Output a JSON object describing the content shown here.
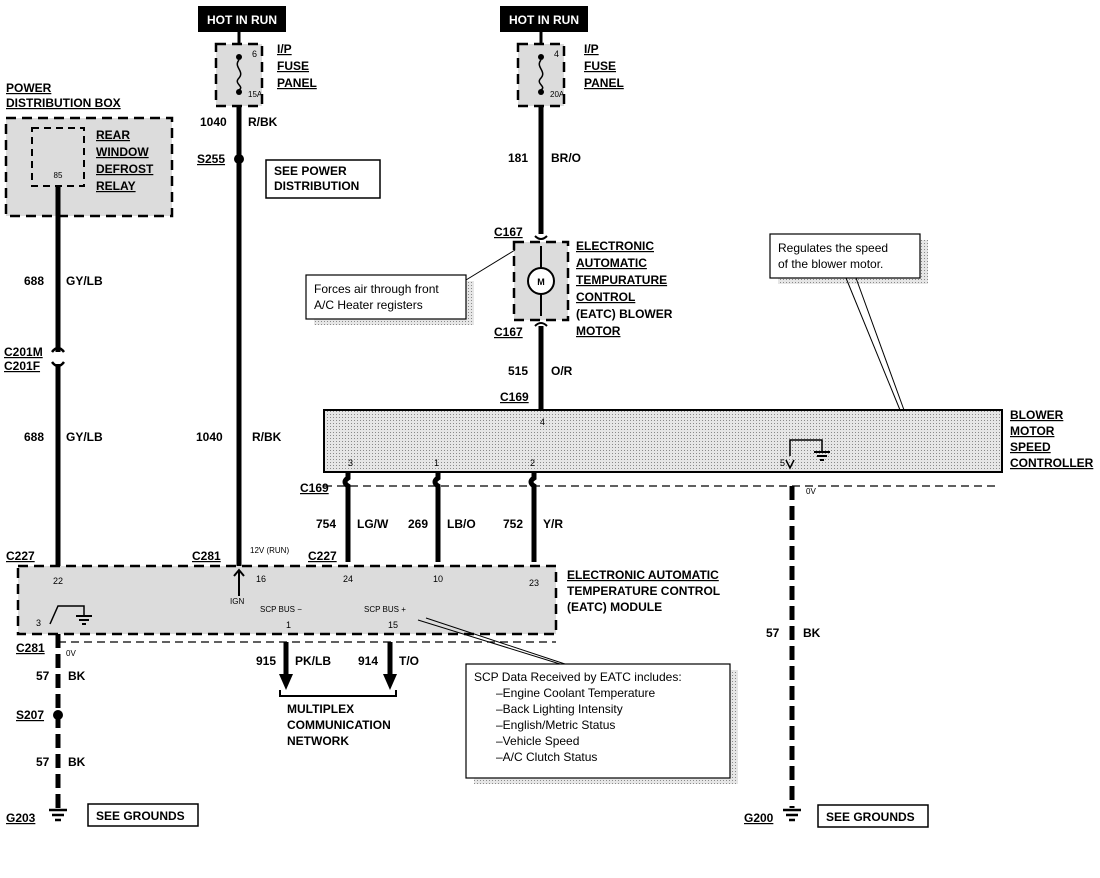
{
  "hot_in_run": [
    "HOT IN RUN",
    "HOT IN RUN"
  ],
  "fuse_panels": [
    {
      "title": [
        "I/P",
        "FUSE",
        "PANEL"
      ],
      "fuse_num": "6",
      "amps": "15A"
    },
    {
      "title": [
        "I/P",
        "FUSE",
        "PANEL"
      ],
      "fuse_num": "4",
      "amps": "20A"
    }
  ],
  "power_distribution_box": {
    "title": [
      "POWER",
      "DISTRIBUTION BOX"
    ],
    "relay": [
      "REAR",
      "WINDOW",
      "DEFROST",
      "RELAY"
    ],
    "pin": "85"
  },
  "see_power_distribution": [
    "SEE POWER",
    "DISTRIBUTION"
  ],
  "splices": {
    "s255": "S255",
    "s207": "S207"
  },
  "connectors": {
    "c167_top": "C167",
    "c167_bot": "C167",
    "c169_top": "C169",
    "c169_bot": "C169",
    "c201m": "C201M",
    "c201f": "C201F",
    "c227_left": "C227",
    "c227_mid": "C227",
    "c281_top": "C281",
    "c281_bot": "C281"
  },
  "wires": {
    "w688a": {
      "num": "688",
      "color": "GY/LB"
    },
    "w688b": {
      "num": "688",
      "color": "GY/LB"
    },
    "w1040a": {
      "num": "1040",
      "color": "R/BK"
    },
    "w1040b": {
      "num": "1040",
      "color": "R/BK"
    },
    "w181": {
      "num": "181",
      "color": "BR/O"
    },
    "w515": {
      "num": "515",
      "color": "O/R"
    },
    "w754": {
      "num": "754",
      "color": "LG/W"
    },
    "w269": {
      "num": "269",
      "color": "LB/O"
    },
    "w752": {
      "num": "752",
      "color": "Y/R"
    },
    "w57a": {
      "num": "57",
      "color": "BK"
    },
    "w57b": {
      "num": "57",
      "color": "BK"
    },
    "w57c": {
      "num": "57",
      "color": "BK"
    },
    "w915": {
      "num": "915",
      "color": "PK/LB"
    },
    "w914": {
      "num": "914",
      "color": "T/O"
    }
  },
  "blower_motor": {
    "title": [
      "ELECTRONIC",
      "AUTOMATIC",
      "TEMPURATURE",
      "CONTROL",
      "(EATC) BLOWER",
      "MOTOR"
    ],
    "symbol": "M"
  },
  "blower_note": [
    "Forces air through front",
    "A/C Heater registers"
  ],
  "controller": {
    "title": [
      "BLOWER",
      "MOTOR",
      "SPEED",
      "CONTROLLER"
    ],
    "pins": {
      "p4": "4",
      "p3": "3",
      "p1": "1",
      "p2": "2",
      "p5": "5"
    }
  },
  "controller_note": [
    "Regulates the speed",
    "of the blower motor."
  ],
  "eatc_module": {
    "title": [
      "ELECTRONIC AUTOMATIC",
      "TEMPERATURE CONTROL",
      "(EATC) MODULE"
    ],
    "pins": {
      "p22": "22",
      "p16": "16",
      "p24": "24",
      "p10": "10",
      "p23": "23",
      "p3": "3",
      "p1": "1",
      "p15": "15"
    },
    "ign": "IGN",
    "scp_minus": "SCP BUS −",
    "scp_plus": "SCP BUS +"
  },
  "voltages": {
    "v12": "12V (RUN)",
    "v0a": "0V",
    "v0b": "0V"
  },
  "multiplex": [
    "MULTIPLEX",
    "COMMUNICATION",
    "NETWORK"
  ],
  "scp_note": {
    "title": "SCP Data Received by EATC includes:",
    "items": [
      "–Engine Coolant Temperature",
      "–Back Lighting Intensity",
      "–English/Metric Status",
      "–Vehicle Speed",
      "–A/C Clutch Status"
    ]
  },
  "grounds": {
    "g203": "G203",
    "g200": "G200",
    "see_grounds_left": "SEE GROUNDS",
    "see_grounds_right": "SEE GROUNDS"
  }
}
